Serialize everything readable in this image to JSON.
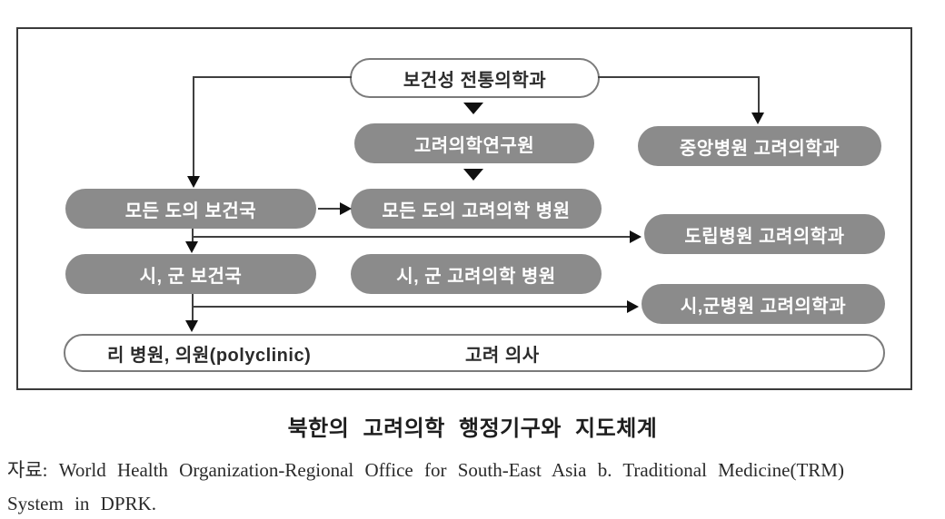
{
  "diagram": {
    "nodes": {
      "ministry": {
        "label": "보건성 전통의학과"
      },
      "research": {
        "label": "고려의학연구원"
      },
      "central_hospital": {
        "label": "중앙병원 고려의학과"
      },
      "province_bureau": {
        "label": "모든 도의 보건국"
      },
      "province_hospital": {
        "label": "모든 도의 고려의학 병원"
      },
      "provincial_hospital_dept": {
        "label": "도립병원 고려의학과"
      },
      "city_county_bureau": {
        "label": "시, 군 보건국"
      },
      "city_county_hospital": {
        "label": "시, 군 고려의학 병원"
      },
      "city_county_hospital_dept": {
        "label": "시,군병원 고려의학과"
      },
      "ri_hospital_polyclinic": {
        "label": "리 병원, 의원(polyclinic)"
      },
      "koryo_doctor": {
        "label": "고려 의사"
      }
    },
    "colors": {
      "node_fill": "#8b8b8b",
      "node_text": "#ffffff",
      "outline_node_border": "#7b7b7b",
      "outline_node_text": "#2b2b2b",
      "connector_line": "#3f3f3f",
      "arrowhead": "#101010",
      "frame_border": "#3a3a3a"
    }
  },
  "caption": {
    "title": "북한의 고려의학 행정기구와 지도체계"
  },
  "source": {
    "label": "자료:",
    "line1": "World Health Organization-Regional Office for South-East Asia b. Traditional Medicine(TRM)",
    "line2": "System in DPRK."
  }
}
